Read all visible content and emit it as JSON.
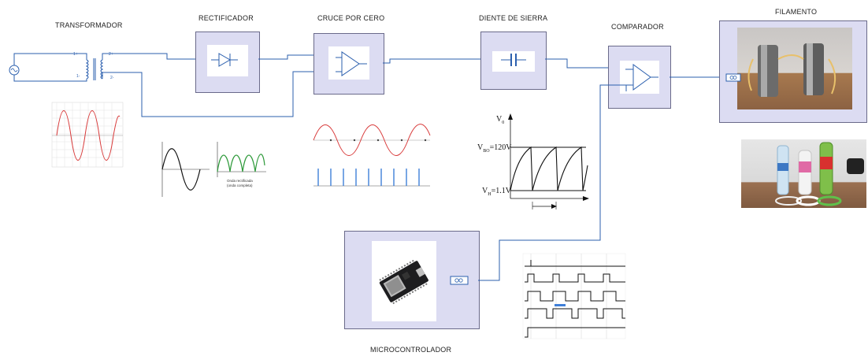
{
  "labels": {
    "transformador": "TRANSFORMADOR",
    "rectificador": "RECTIFICADOR",
    "cruce": "CRUCE POR CERO",
    "diente": "DIENTE DE SIERRA",
    "comparador": "COMPARADOR",
    "filamento": "FILAMENTO",
    "micro": "MICROCONTROLADOR"
  },
  "transformer_pins": {
    "p1": "1+",
    "p2": "2+",
    "m1": "1-",
    "m2": "2-"
  },
  "rectified_wave": {
    "caption_line1": "Onda rectificada",
    "caption_line2": "(onda completa)"
  },
  "sawtooth": {
    "v0": "V",
    "v0_sub": "0",
    "vbo": "V",
    "vbo_sub": "BO",
    "vbo_val": "=120V",
    "vh": "V",
    "vh_sub": "H",
    "vh_val": "=1.1V"
  },
  "colors": {
    "block_fill": "#dcdcf2",
    "wire": "#2b5fae",
    "sine_red": "#d83a3a",
    "rect_green": "#2e9a3a",
    "pulse_blue": "#3f7fd8"
  }
}
